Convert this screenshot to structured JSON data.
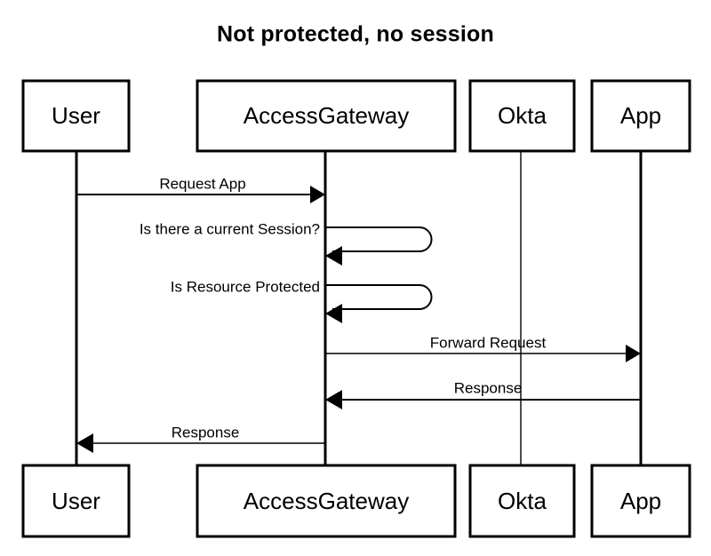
{
  "title": "Not protected, no session",
  "diagram": {
    "type": "uml-sequence-diagram",
    "participants": [
      {
        "id": "user",
        "label": "User"
      },
      {
        "id": "accessgateway",
        "label": "AccessGateway"
      },
      {
        "id": "okta",
        "label": "Okta"
      },
      {
        "id": "app",
        "label": "App"
      }
    ],
    "messages": [
      {
        "id": "m1",
        "label": "Request App",
        "from": "user",
        "to": "accessgateway",
        "kind": "call",
        "direction": "right"
      },
      {
        "id": "m2",
        "label": "Is there a current Session?",
        "from": "accessgateway",
        "to": "accessgateway",
        "kind": "self",
        "direction": "self"
      },
      {
        "id": "m3",
        "label": "Is Resource Protected",
        "from": "accessgateway",
        "to": "accessgateway",
        "kind": "self",
        "direction": "self"
      },
      {
        "id": "m4",
        "label": "Forward Request",
        "from": "accessgateway",
        "to": "app",
        "kind": "call",
        "direction": "right"
      },
      {
        "id": "m5",
        "label": "Response",
        "from": "app",
        "to": "accessgateway",
        "kind": "return",
        "direction": "left"
      },
      {
        "id": "m6",
        "label": "Response",
        "from": "accessgateway",
        "to": "user",
        "kind": "return",
        "direction": "left"
      }
    ]
  },
  "colors": {
    "background": "#ffffff",
    "stroke": "#000000",
    "text": "#000000"
  }
}
